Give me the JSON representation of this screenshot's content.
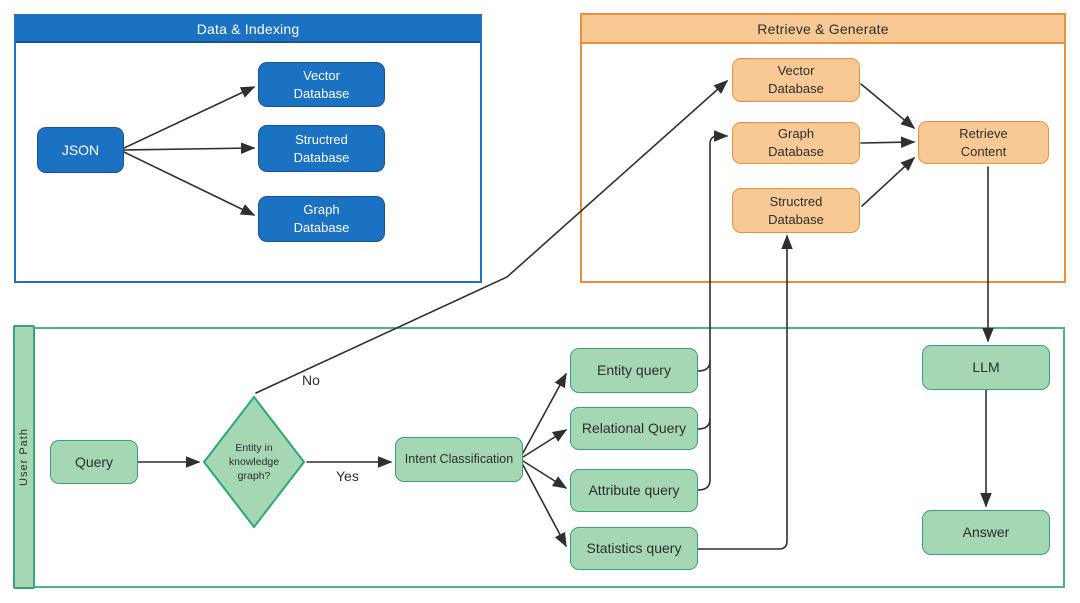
{
  "sections": {
    "data_indexing": {
      "title": "Data & Indexing"
    },
    "retrieve_generate": {
      "title": "Retrieve & Generate"
    },
    "user_path": {
      "title": "User  Path"
    }
  },
  "nodes": {
    "di_json": {
      "label": "JSON"
    },
    "di_vector": {
      "label": "Vector\nDatabase"
    },
    "di_structured": {
      "label": "Structred\nDatabase"
    },
    "di_graph": {
      "label": "Graph\nDatabase"
    },
    "rg_vector": {
      "label": "Vector\nDatabase"
    },
    "rg_graph": {
      "label": "Graph\nDatabase"
    },
    "rg_structured": {
      "label": "Structred\nDatabase"
    },
    "rg_retrieve": {
      "label": "Retrieve\nContent"
    },
    "up_query": {
      "label": "Query"
    },
    "up_decision": {
      "label": "Entity in\nknowledge\ngraph?"
    },
    "up_intent": {
      "label": "Intent Classification"
    },
    "up_entity": {
      "label": "Entity query"
    },
    "up_relational": {
      "label": "Relational Query"
    },
    "up_attribute": {
      "label": "Attribute query"
    },
    "up_statistics": {
      "label": "Statistics query"
    },
    "up_llm": {
      "label": "LLM"
    },
    "up_answer": {
      "label": "Answer"
    }
  },
  "edge_labels": {
    "no": "No",
    "yes": "Yes"
  },
  "colors": {
    "blue_fill": "#1B71C2",
    "orange_fill": "#F9C995",
    "orange_border": "#E8913D",
    "green_fill": "#A6D7B5",
    "green_border": "#35A375",
    "container_green": "#52B287",
    "line": "#2F2F2F",
    "diamond_border": "#2AA876"
  }
}
